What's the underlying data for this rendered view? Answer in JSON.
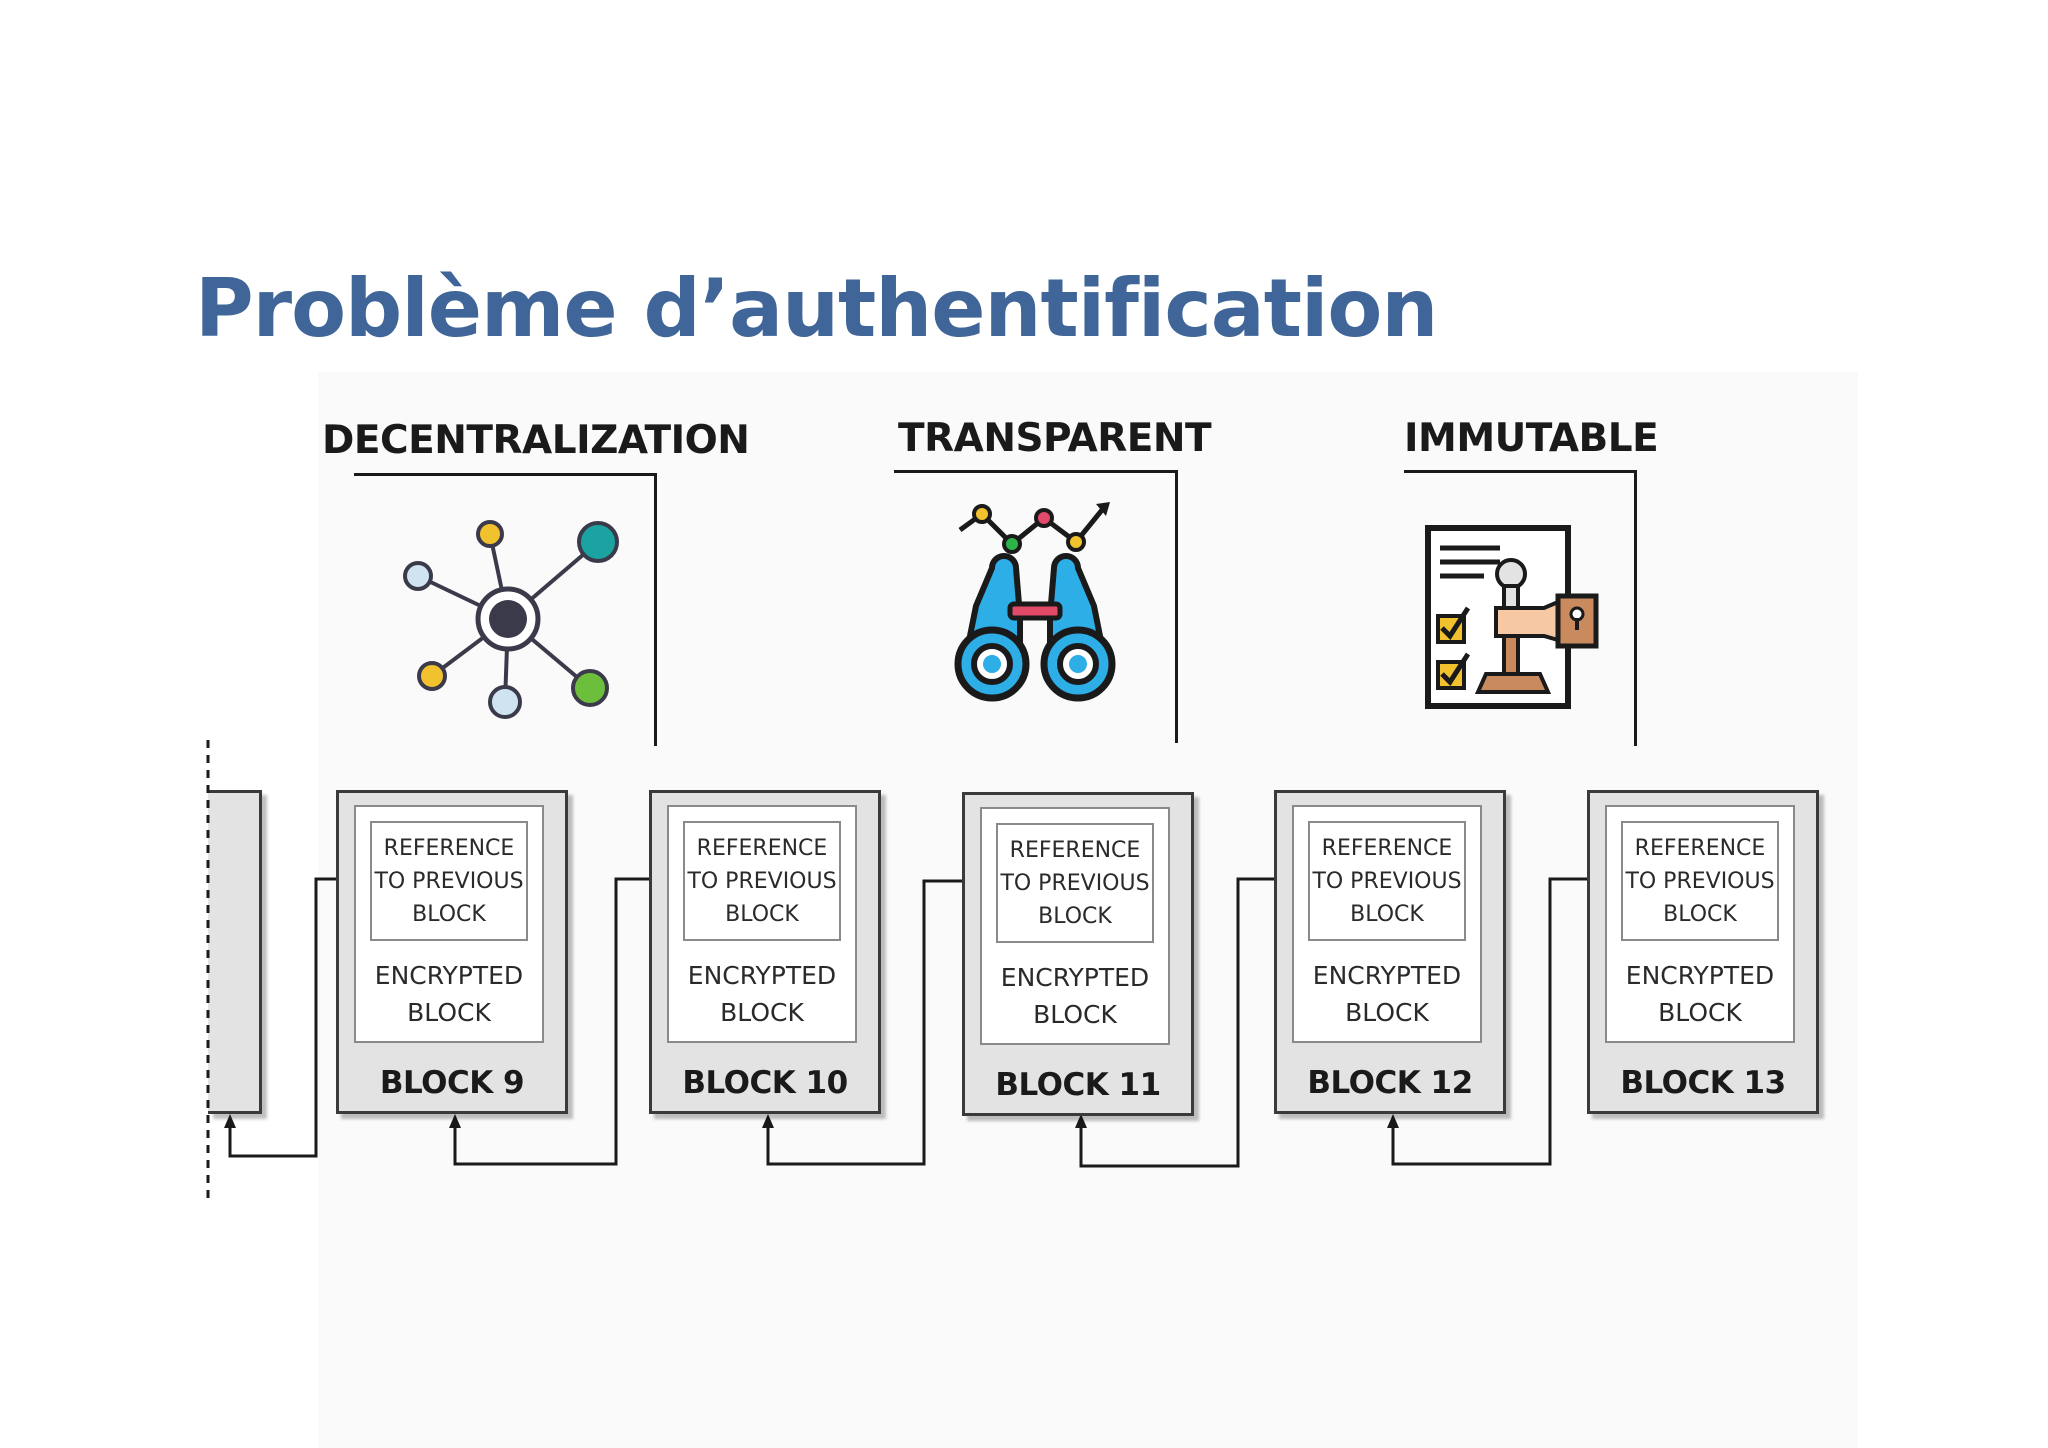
{
  "title": "Problème d’authentification",
  "features": [
    {
      "label": "DECENTRALIZATION",
      "icon": "network-icon"
    },
    {
      "label": "TRANSPARENT",
      "icon": "binoculars-chart-icon"
    },
    {
      "label": "IMMUTABLE",
      "icon": "approval-stamp-document-icon"
    }
  ],
  "blocks": [
    {
      "ref_text": "REFERENCE TO PREVIOUS BLOCK",
      "enc_text": "ENCRYPTED BLOCK",
      "name": "BLOCK 9"
    },
    {
      "ref_text": "REFERENCE TO PREVIOUS BLOCK",
      "enc_text": "ENCRYPTED BLOCK",
      "name": "BLOCK 10"
    },
    {
      "ref_text": "REFERENCE TO PREVIOUS BLOCK",
      "enc_text": "ENCRYPTED BLOCK",
      "name": "BLOCK 11"
    },
    {
      "ref_text": "REFERENCE TO PREVIOUS BLOCK",
      "enc_text": "ENCRYPTED BLOCK",
      "name": "BLOCK 12"
    },
    {
      "ref_text": "REFERENCE TO PREVIOUS BLOCK",
      "enc_text": "ENCRYPTED BLOCK",
      "name": "BLOCK 13"
    }
  ],
  "colors": {
    "title": "#3f6599",
    "block_fill": "#e3e3e3",
    "network_teal": "#1aa3a0",
    "network_green": "#6cbf3a",
    "network_yellow": "#f2c12e",
    "network_lightblue": "#cfe3f0",
    "binocular_blue": "#2eaee6",
    "stamp_brown": "#c98a5e"
  }
}
